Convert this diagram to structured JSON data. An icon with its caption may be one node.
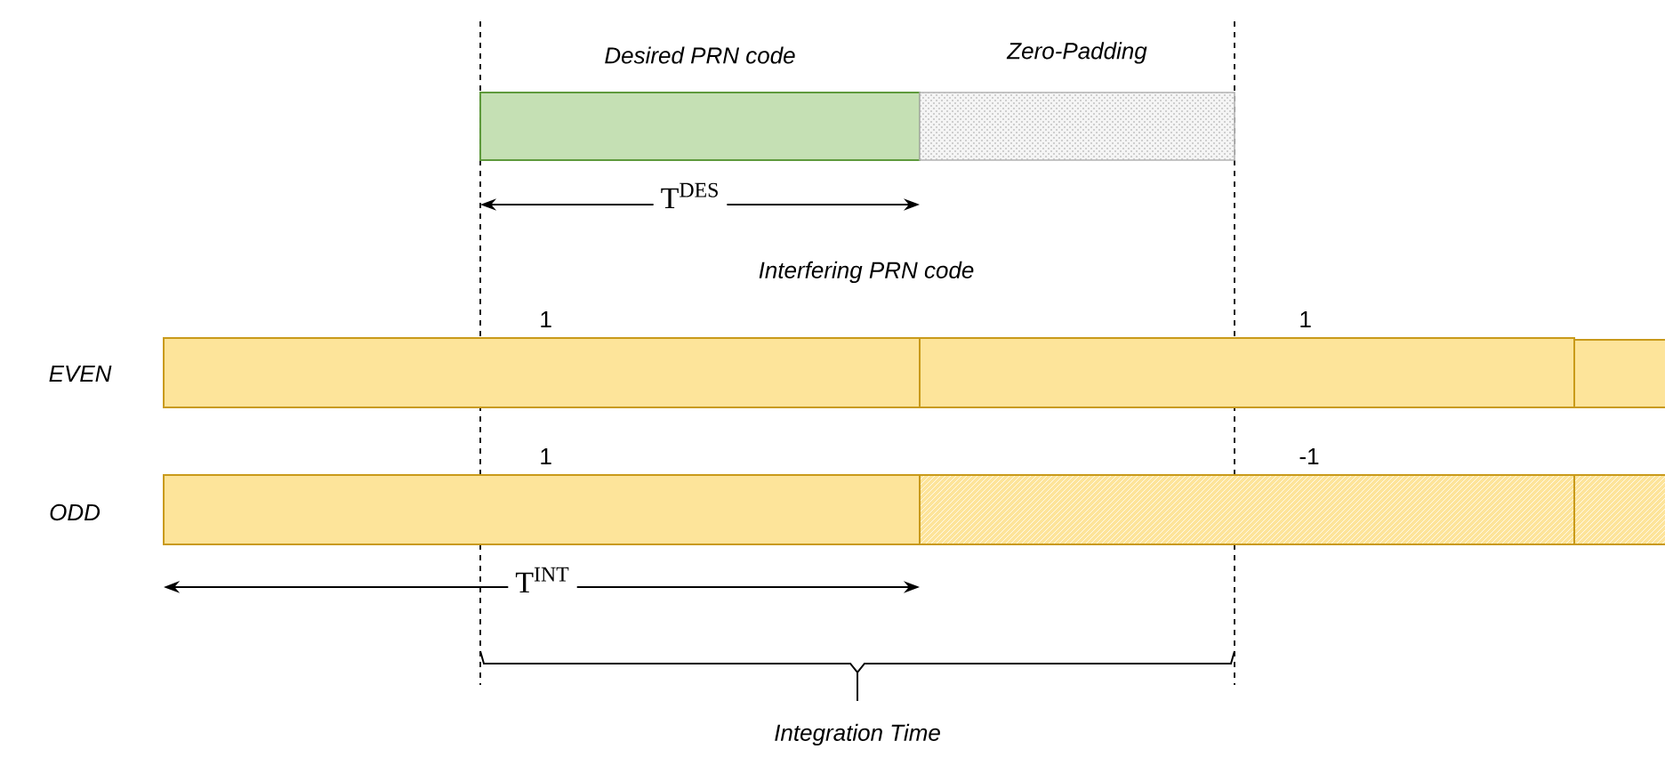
{
  "diagram": {
    "nodes": [
      {
        "text": [
          "Desired PRN code"
        ]
      },
      {
        "text": [
          "Zero-Padding"
        ]
      },
      {
        "text": [],
        "shape": "bar",
        "beside": [
          "1"
        ]
      },
      {
        "text": [],
        "shape": "bar",
        "beside": [
          "1"
        ]
      },
      {
        "text": [],
        "shape": "bar"
      },
      {
        "text": [],
        "shape": "bar",
        "beside": [
          "1"
        ]
      },
      {
        "text": [],
        "shape": "bar",
        "beside": [
          "-1"
        ]
      },
      {
        "text": [],
        "shape": "bar"
      }
    ],
    "labels": [
      "T$^{DES}$",
      "Interfering PRN code",
      "EVEN",
      "ODD",
      "T$^{INT}$",
      "Integration Time"
    ]
  }
}
